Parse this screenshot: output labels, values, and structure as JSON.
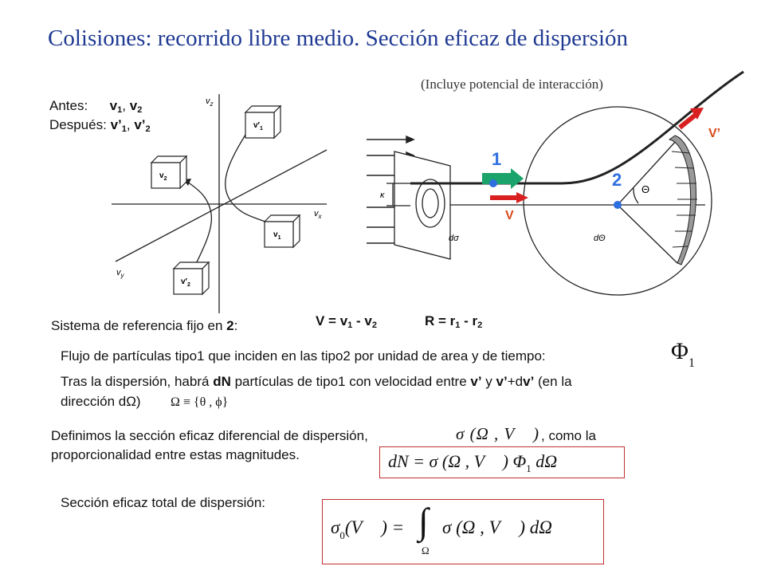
{
  "slide": {
    "title": "Colisiones: recorrido libre medio. Sección eficaz de dispersión",
    "note": "(Incluye potencial de interacción)"
  },
  "before_after": {
    "antes_label": "Antes:",
    "antes_v1": "v",
    "antes_v1_sub": "1",
    "antes_sep": ", ",
    "antes_v2": "v",
    "antes_v2_sub": "2",
    "despues_label": "Después:",
    "despues_v1": "v’",
    "despues_v1_sub": "1",
    "despues_sep": ", ",
    "despues_v2": "v’",
    "despues_v2_sub": "2"
  },
  "velocity_diagram": {
    "axis_vz": "v",
    "axis_vz_sub": "z",
    "axis_vx": "v",
    "axis_vx_sub": "x",
    "axis_vy": "v",
    "axis_vy_sub": "y",
    "box_v1p": "v′",
    "box_v1p_sub": "1",
    "box_v2": "v",
    "box_v2_sub": "2",
    "box_v1": "v",
    "box_v1_sub": "1",
    "box_v2p": "v′",
    "box_v2p_sub": "2"
  },
  "scattering_diagram": {
    "label_1": "1",
    "label_2": "2",
    "label_V": "V",
    "label_Vp": "V’",
    "label_kappa": "κ",
    "label_dsigma": "dσ",
    "label_theta": "Θ",
    "label_dtheta": "dΘ",
    "colors": {
      "green": "#1aa36a",
      "red": "#d92020",
      "blue": "#2e6fe0",
      "orange": "#d94a1a"
    }
  },
  "body": {
    "sistema": "Sistema de referencia fijo en ",
    "sistema_bold": "2",
    "sistema_end": ":",
    "V_eq": "V = v",
    "V_eq_s1": "1",
    "V_eq_mid": " - v",
    "V_eq_s2": "2",
    "R_eq": "R = r",
    "R_eq_s1": "1",
    "R_eq_mid": " - r",
    "R_eq_s2": "2",
    "flujo": "Flujo de partículas tipo1 que inciden en las tipo2 por unidad de area y de tiempo:",
    "flujo_sym": "Φ",
    "flujo_sym_sub": "1",
    "tras_1": "Tras la dispersión, habrá ",
    "tras_dN": "dN",
    "tras_2": " partículas de tipo1 con velocidad entre ",
    "tras_v": "v’",
    "tras_3": " y  ",
    "tras_v2": "v’",
    "tras_4": "+d",
    "tras_v3": "v’",
    "tras_5": " (en la",
    "direccion": "dirección dΩ)",
    "omega_def": "Ω ≡ {θ , ϕ}",
    "definimos_1": "Definimos la sección eficaz diferencial de dispersión,",
    "definimos_2": ", como la",
    "proporcionalidad": "proporcionalidad entre estas magnitudes.",
    "sigma_inline": "σ (Ω , V⃗ )",
    "eq1": "dN = σ (Ω , V⃗ )  Φ",
    "eq1_sub": "1",
    "eq1_end": " dΩ",
    "total": "Sección eficaz total de dispersión:",
    "eq2_lhs": "σ",
    "eq2_lhs_sub": "0",
    "eq2_lhs_arg": "(V⃗ )  =",
    "eq2_int": "∫",
    "eq2_rhs": "σ (Ω , V⃗ )  dΩ",
    "eq2_lower": "Ω"
  }
}
